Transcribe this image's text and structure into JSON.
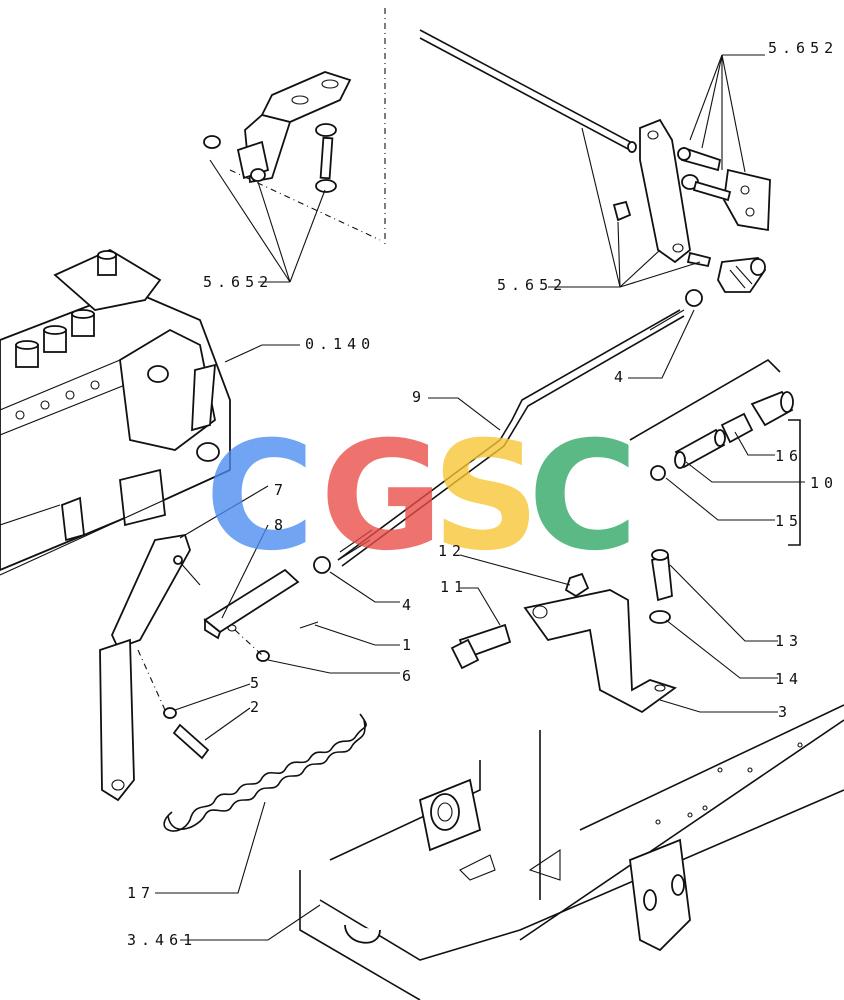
{
  "callouts": {
    "ref_5652_top_right": "5.652",
    "ref_5652_left": "5.652",
    "ref_5652_mid": "5.652",
    "ref_0140": "0.140",
    "ref_3461": "3.461",
    "n1": "1",
    "n2": "2",
    "n3": "3",
    "n4a": "4",
    "n4b": "4",
    "n5": "5",
    "n6": "6",
    "n7": "7",
    "n8": "8",
    "n9": "9",
    "n10": "10",
    "n11": "11",
    "n12": "12",
    "n13": "13",
    "n14": "14",
    "n15": "15",
    "n16": "16",
    "n17": "17"
  },
  "watermark": {
    "letters": [
      "C",
      "G",
      "S",
      "C"
    ],
    "colors": [
      "#4a8df0",
      "#ea4b46",
      "#f7c531",
      "#2ea664"
    ]
  }
}
